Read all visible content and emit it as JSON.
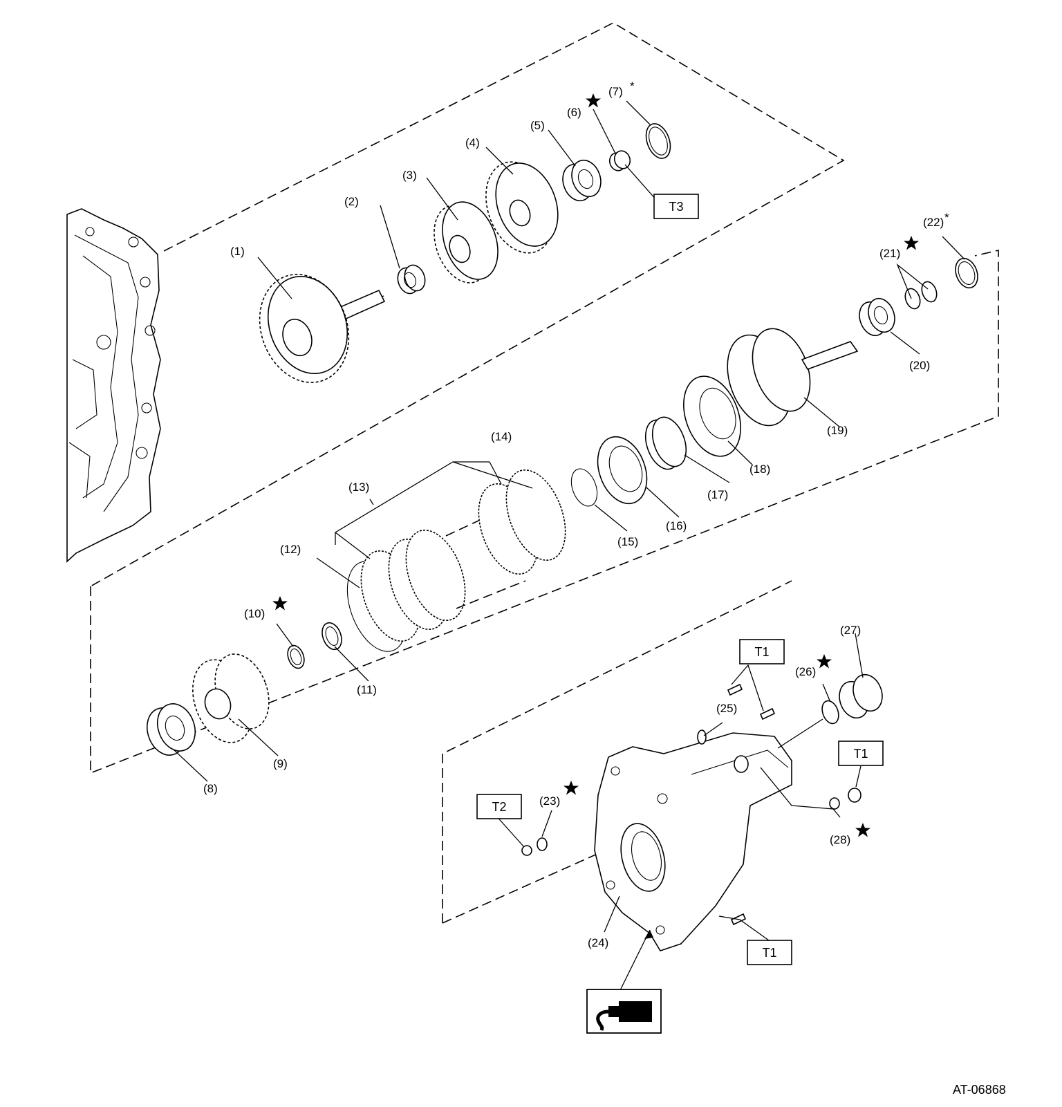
{
  "figure_id": "AT-06868",
  "part_labels": [
    "(1)",
    "(2)",
    "(3)",
    "(4)",
    "(5)",
    "(6)",
    "(7)",
    "(8)",
    "(9)",
    "(10)",
    "(11)",
    "(12)",
    "(13)",
    "(14)",
    "(15)",
    "(16)",
    "(17)",
    "(18)",
    "(19)",
    "(20)",
    "(21)",
    "(22)",
    "(23)",
    "(24)",
    "(25)",
    "(26)",
    "(27)",
    "(28)"
  ],
  "torque_boxes": {
    "t3": "T3",
    "t1_top": "T1",
    "t1_right": "T1",
    "t1_bottom": "T1",
    "t2": "T2"
  },
  "icons": {
    "star": "replace-part-star-icon",
    "asterisk": "selective-part-asterisk-icon",
    "sealant": "liquid-gasket-sealant-icon"
  }
}
